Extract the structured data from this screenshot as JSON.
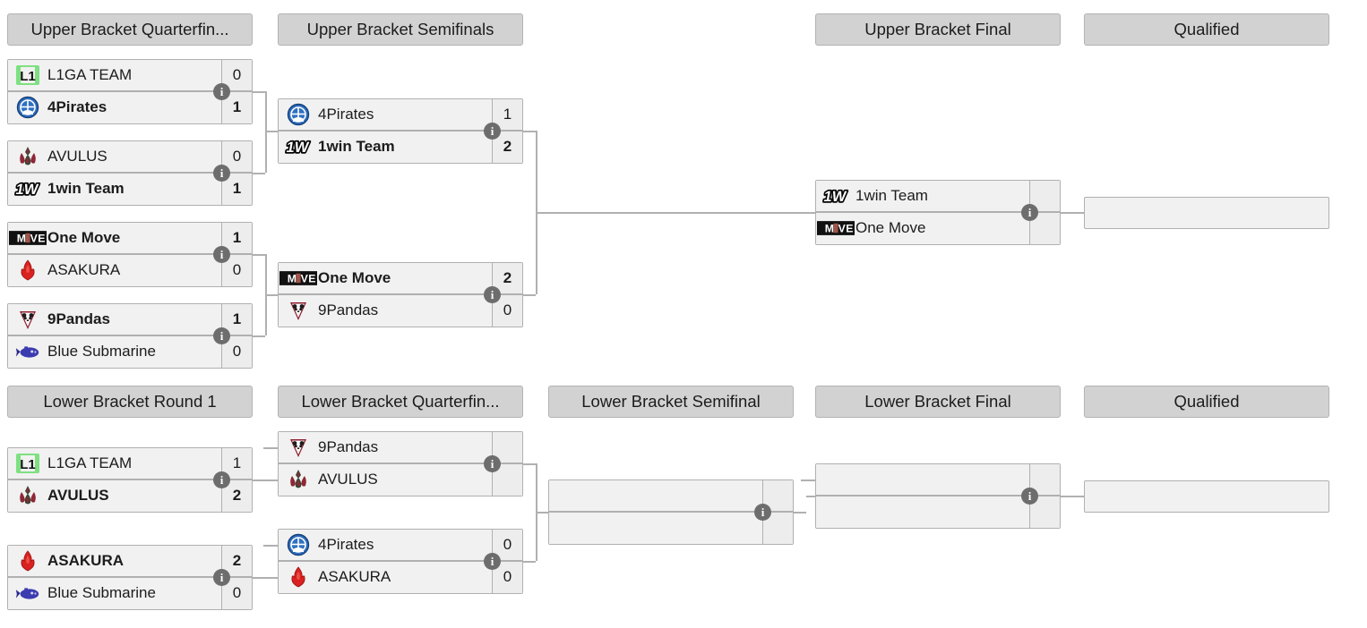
{
  "page": {
    "title": "Double Elimination Tournament Bracket",
    "background": "#ffffff",
    "box_bg": "#f1f1f1",
    "header_bg": "#d2d2d2",
    "border_color": "#b0b0b0",
    "info_icon_color": "#6d6d6d"
  },
  "icons": {
    "info": "i",
    "info_name": "info-icon"
  },
  "upper": {
    "headers": [
      {
        "label": "Upper Bracket Quarterfin...",
        "full": "Upper Bracket Quarterfinals"
      },
      {
        "label": "Upper Bracket Semifinals"
      },
      {
        "label": "Upper Bracket Final"
      },
      {
        "label": "Qualified"
      }
    ],
    "quarterfinals": [
      {
        "top": {
          "name": "L1GA TEAM",
          "score": "0",
          "winner": false,
          "logo": "l1ga"
        },
        "bottom": {
          "name": "4Pirates",
          "score": "1",
          "winner": true,
          "logo": "pirates"
        }
      },
      {
        "top": {
          "name": "AVULUS",
          "score": "0",
          "winner": false,
          "logo": "avulus"
        },
        "bottom": {
          "name": "1win Team",
          "score": "1",
          "winner": true,
          "logo": "onewin"
        }
      },
      {
        "top": {
          "name": "One Move",
          "score": "1",
          "winner": true,
          "logo": "onemove"
        },
        "bottom": {
          "name": "ASAKURA",
          "score": "0",
          "winner": false,
          "logo": "asakura"
        }
      },
      {
        "top": {
          "name": "9Pandas",
          "score": "1",
          "winner": true,
          "logo": "pandas"
        },
        "bottom": {
          "name": "Blue Submarine",
          "score": "0",
          "winner": false,
          "logo": "submarine"
        }
      }
    ],
    "semifinals": [
      {
        "top": {
          "name": "4Pirates",
          "score": "1",
          "winner": false,
          "logo": "pirates"
        },
        "bottom": {
          "name": "1win Team",
          "score": "2",
          "winner": true,
          "logo": "onewin"
        }
      },
      {
        "top": {
          "name": "One Move",
          "score": "2",
          "winner": true,
          "logo": "onemove"
        },
        "bottom": {
          "name": "9Pandas",
          "score": "0",
          "winner": false,
          "logo": "pandas"
        }
      }
    ],
    "final": [
      {
        "top": {
          "name": "1win Team",
          "score": "",
          "winner": false,
          "logo": "onewin"
        },
        "bottom": {
          "name": "One Move",
          "score": "",
          "winner": false,
          "logo": "onemove"
        }
      }
    ],
    "qualified": [
      {
        "name": ""
      }
    ]
  },
  "lower": {
    "headers": [
      {
        "label": "Lower Bracket Round 1"
      },
      {
        "label": "Lower Bracket Quarterfin...",
        "full": "Lower Bracket Quarterfinals"
      },
      {
        "label": "Lower Bracket Semifinal"
      },
      {
        "label": "Lower Bracket Final"
      },
      {
        "label": "Qualified"
      }
    ],
    "round1": [
      {
        "top": {
          "name": "L1GA TEAM",
          "score": "1",
          "winner": false,
          "logo": "l1ga"
        },
        "bottom": {
          "name": "AVULUS",
          "score": "2",
          "winner": true,
          "logo": "avulus"
        }
      },
      {
        "top": {
          "name": "ASAKURA",
          "score": "2",
          "winner": true,
          "logo": "asakura"
        },
        "bottom": {
          "name": "Blue Submarine",
          "score": "0",
          "winner": false,
          "logo": "submarine"
        }
      }
    ],
    "quarterfinals": [
      {
        "top": {
          "name": "9Pandas",
          "score": "",
          "winner": false,
          "logo": "pandas"
        },
        "bottom": {
          "name": "AVULUS",
          "score": "",
          "winner": false,
          "logo": "avulus"
        }
      },
      {
        "top": {
          "name": "4Pirates",
          "score": "0",
          "winner": false,
          "logo": "pirates"
        },
        "bottom": {
          "name": "ASAKURA",
          "score": "0",
          "winner": false,
          "logo": "asakura"
        }
      }
    ],
    "semifinal": [
      {
        "top": {
          "name": "",
          "score": "",
          "winner": false,
          "logo": "none"
        },
        "bottom": {
          "name": "",
          "score": "",
          "winner": false,
          "logo": "none"
        }
      }
    ],
    "final": [
      {
        "top": {
          "name": "",
          "score": "",
          "winner": false,
          "logo": "none"
        },
        "bottom": {
          "name": "",
          "score": "",
          "winner": false,
          "logo": "none"
        }
      }
    ],
    "qualified": [
      {
        "name": ""
      }
    ]
  },
  "teams": {
    "l1ga": {
      "name": "L1GA TEAM",
      "logo_name": "l1ga-logo",
      "color": "#7ee081"
    },
    "pirates": {
      "name": "4Pirates",
      "logo_name": "4pirates-logo",
      "color": "#2f6fc0"
    },
    "avulus": {
      "name": "AVULUS",
      "logo_name": "avulus-logo",
      "color": "#7d2430"
    },
    "onewin": {
      "name": "1win Team",
      "logo_name": "1win-logo",
      "color": "#000000"
    },
    "onemove": {
      "name": "One Move",
      "logo_name": "onemove-logo",
      "color": "#111111"
    },
    "asakura": {
      "name": "ASAKURA",
      "logo_name": "asakura-logo",
      "color": "#d92121"
    },
    "pandas": {
      "name": "9Pandas",
      "logo_name": "9pandas-logo",
      "color": "#8e1f2d"
    },
    "submarine": {
      "name": "Blue Submarine",
      "logo_name": "submarine-logo",
      "color": "#3b3bb0"
    }
  }
}
